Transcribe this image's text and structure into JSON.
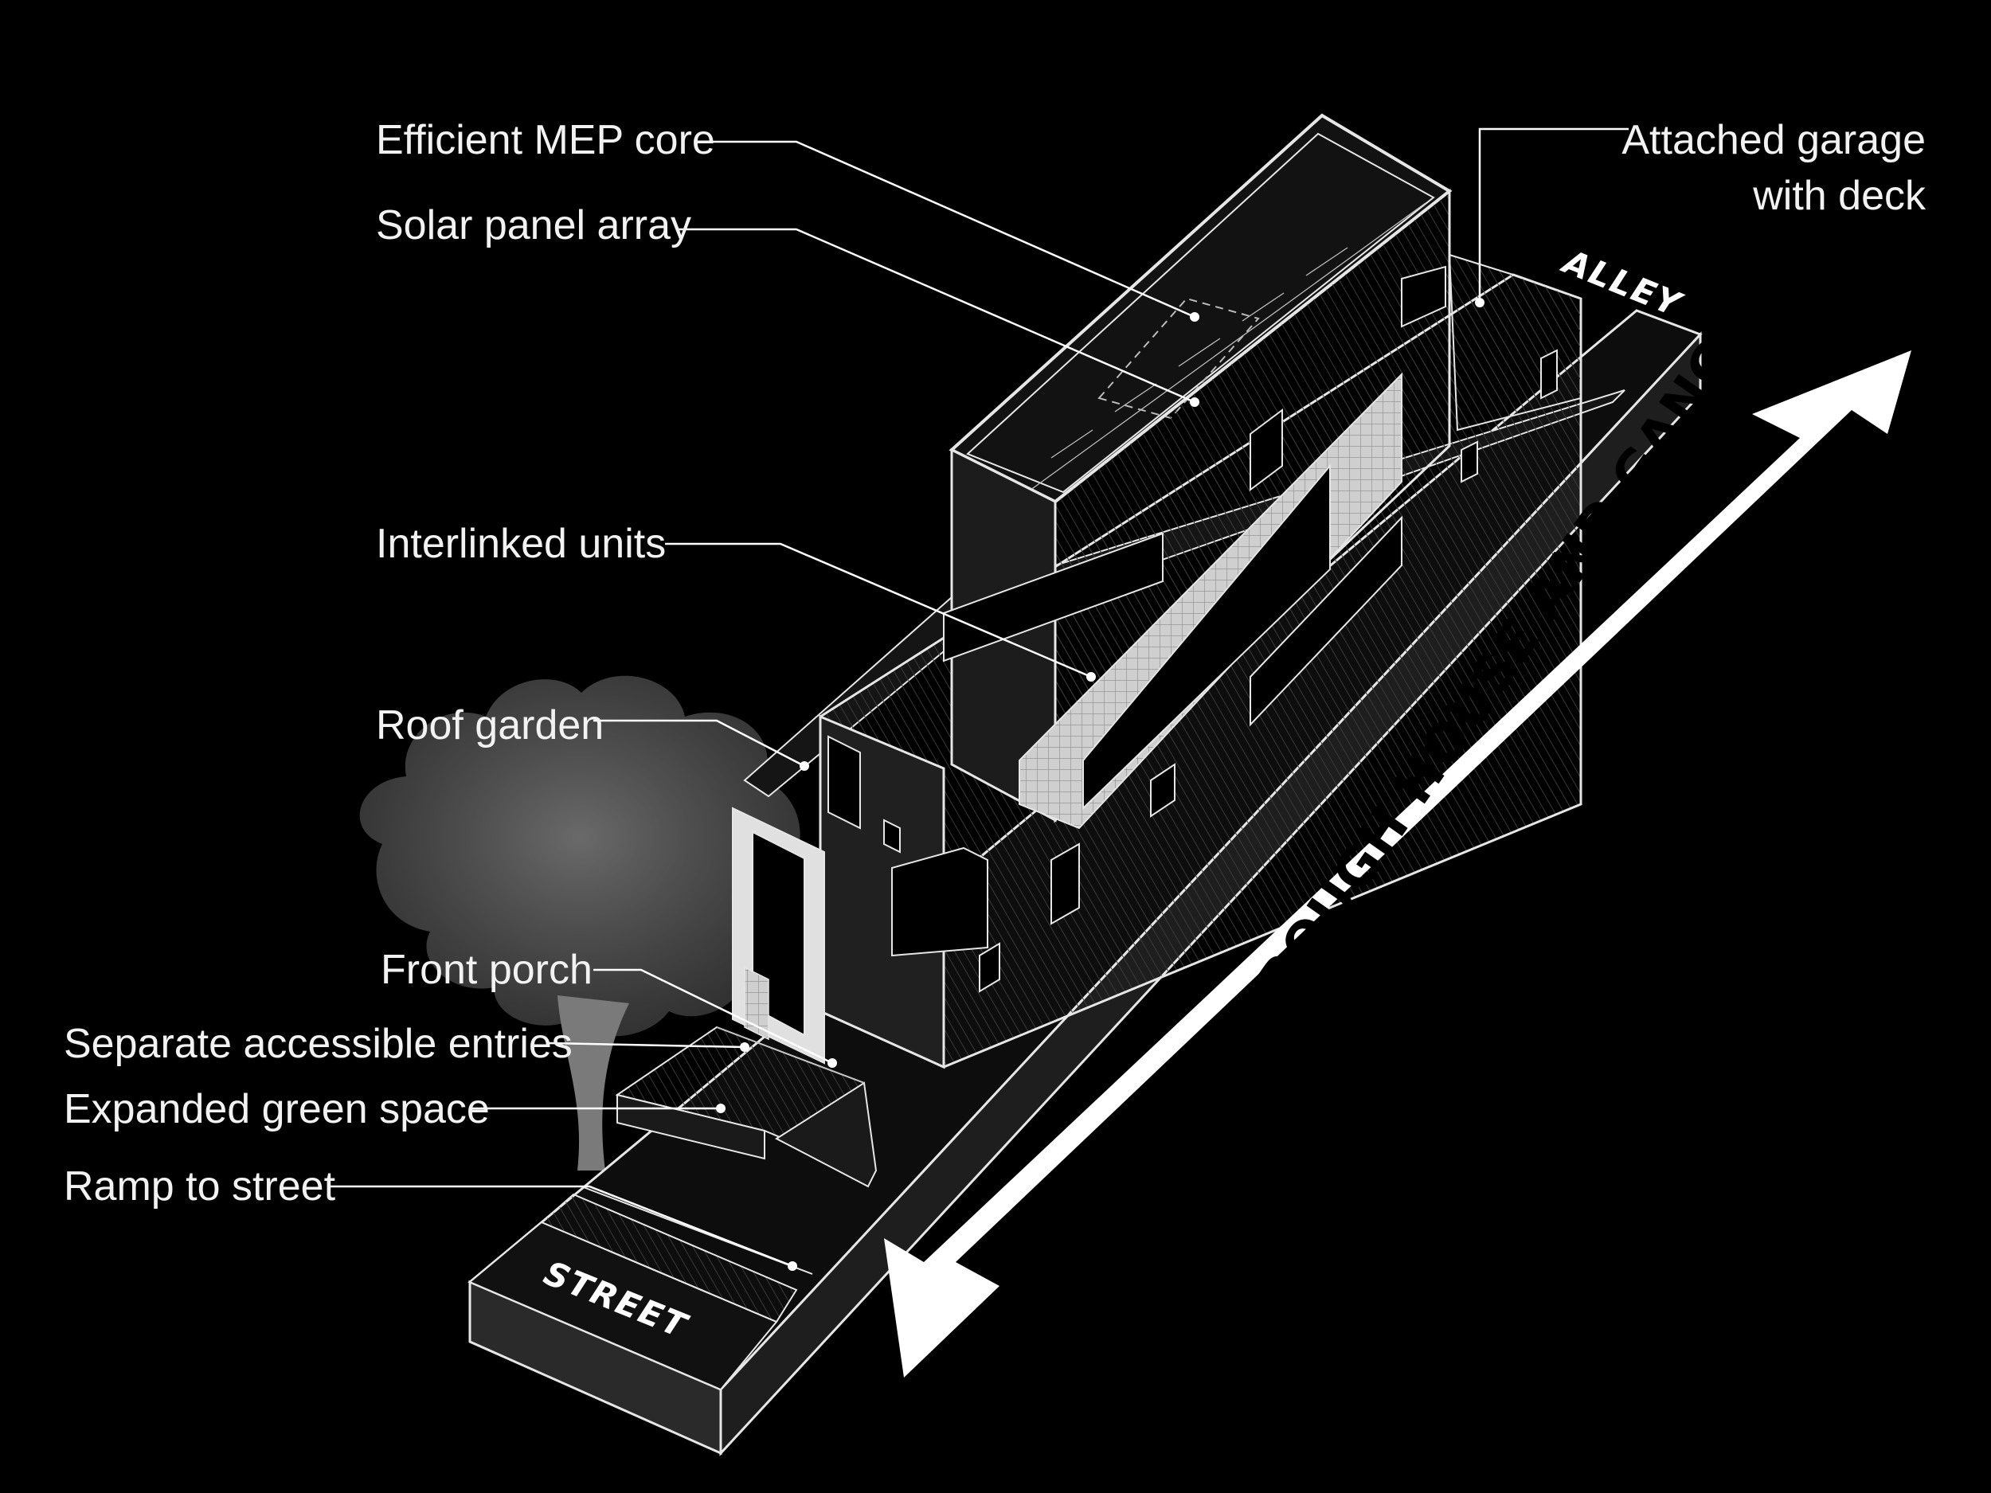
{
  "labels": {
    "mep_core": "Efficient MEP core",
    "solar": "Solar panel array",
    "interlinked": "Interlinked units",
    "roof_garden": "Roof garden",
    "front_porch": "Front porch",
    "entries": "Separate accessible entries",
    "green_space": "Expanded green space",
    "ramp": "Ramp to street",
    "garage_line1": "Attached garage",
    "garage_line2": "with deck"
  },
  "ground": {
    "alley": "ALLEY",
    "street": "STREET"
  },
  "arrow_text": "ACCESSIBILITY THROUGH HOUSE AND GANGWAY",
  "colors": {
    "background": "#000000",
    "line": "#e6e6e6",
    "arrow": "#ffffff",
    "tree": "#6b6b6b"
  }
}
